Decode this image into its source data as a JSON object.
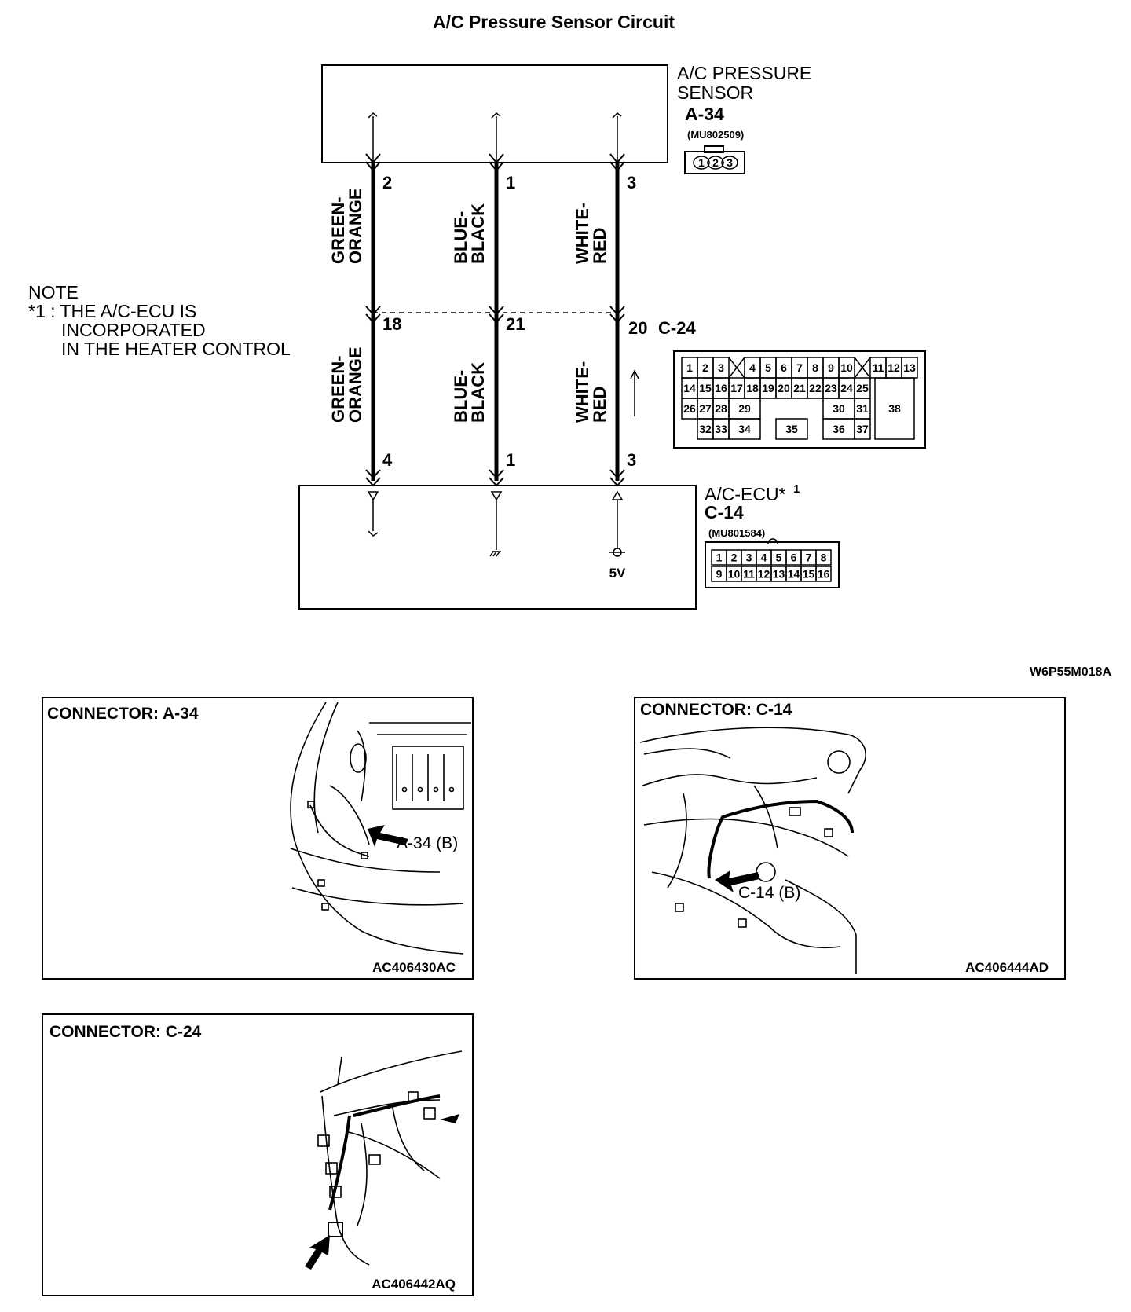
{
  "title": "A/C Pressure Sensor Circuit",
  "sensor": {
    "name_line1": "A/C PRESSURE",
    "name_line2": "SENSOR",
    "id": "A-34",
    "part_no": "(MU802509)",
    "connector_pins": [
      "1",
      "2",
      "3"
    ]
  },
  "ecu": {
    "name": "A/C-ECU*",
    "superscript": "1",
    "id": "C-14",
    "part_no": "(MU801584)",
    "voltage_label": "5V",
    "connector_row1": [
      "1",
      "2",
      "3",
      "4",
      "5",
      "6",
      "7",
      "8"
    ],
    "connector_row2": [
      "9",
      "10",
      "11",
      "12",
      "13",
      "14",
      "15",
      "16"
    ]
  },
  "intermediate_connector": {
    "id": "C-24",
    "row1": [
      "1",
      "2",
      "3",
      "4",
      "5",
      "6",
      "7",
      "8",
      "9",
      "10",
      "11",
      "12",
      "13"
    ],
    "row2": [
      "14",
      "15",
      "16",
      "17",
      "18",
      "19",
      "20",
      "21",
      "22",
      "23",
      "24",
      "25"
    ],
    "row3": [
      "26",
      "27",
      "28",
      "29",
      "30",
      "31"
    ],
    "row4": [
      "32",
      "33",
      "34",
      "35",
      "36",
      "37"
    ],
    "big_pin": "38"
  },
  "wires": [
    {
      "color_line1": "GREEN-",
      "color_line2": "ORANGE",
      "sensor_pin": "2",
      "mid_pin": "18",
      "ecu_pin": "4"
    },
    {
      "color_line1": "BLUE-",
      "color_line2": "BLACK",
      "sensor_pin": "1",
      "mid_pin": "21",
      "ecu_pin": "1"
    },
    {
      "color_line1": "WHITE-",
      "color_line2": "RED",
      "sensor_pin": "3",
      "mid_pin": "20",
      "ecu_pin": "3"
    }
  ],
  "note": {
    "heading": "NOTE",
    "line1": "*1 : THE A/C-ECU IS",
    "line2": "INCORPORATED",
    "line3": "IN THE HEATER CONTROL"
  },
  "diagram_code": "W6P55M018A",
  "panels": [
    {
      "title": "CONNECTOR: A-34",
      "callout": "A-34 (B)",
      "code": "AC406430AC"
    },
    {
      "title": "CONNECTOR: C-14",
      "callout": "C-14 (B)",
      "code": "AC406444AD"
    },
    {
      "title": "CONNECTOR: C-24",
      "callout": "",
      "code": "AC406442AQ"
    }
  ]
}
